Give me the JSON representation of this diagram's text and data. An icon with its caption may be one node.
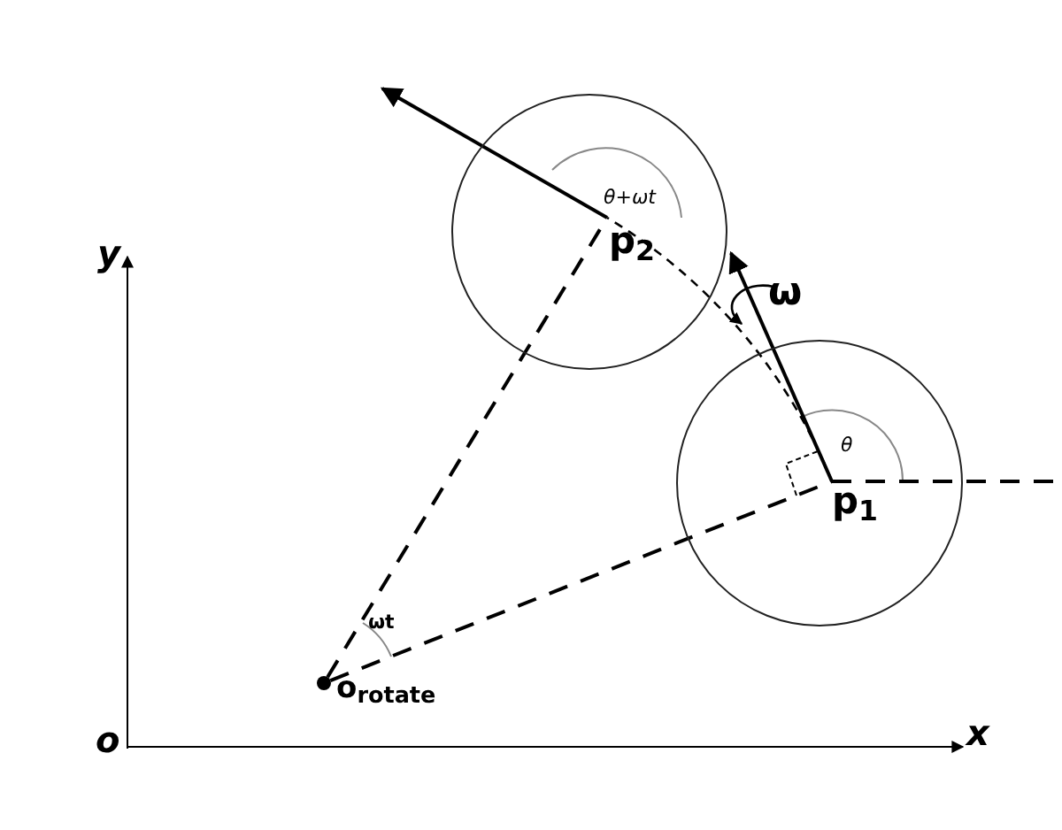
{
  "diagram": {
    "nodes": [
      {
        "text": [],
        "shape": "circle"
      },
      {
        "text": [
          "p$_{2}$"
        ],
        "in": 0
      },
      {
        "text": [],
        "shape": "circle"
      },
      {
        "text": [
          "p$_{1}$"
        ],
        "in": 2
      },
      {
        "text": [],
        "shape": "circle",
        "beside": [
          "o$_{rotate}$"
        ]
      }
    ],
    "edges": [
      {
        "from": 4,
        "to": 1,
        "arrow": "none",
        "style": "dashed"
      },
      {
        "from": 4,
        "to": 3,
        "arrow": "none",
        "style": "dashed"
      },
      {
        "from": 3,
        "to": 1,
        "arrow": "none",
        "style": "dashed"
      },
      {
        "from": 3,
        "to": 0,
        "arrow": "to"
      },
      {
        "from": 1,
        "to": null,
        "arrow": "to"
      },
      {
        "from": 3,
        "to": null,
        "arrow": "none",
        "style": "dashed"
      }
    ],
    "labels": [
      "y",
      "x",
      "o",
      "θ+ωt",
      "θ",
      "ω",
      "ωt"
    ]
  }
}
